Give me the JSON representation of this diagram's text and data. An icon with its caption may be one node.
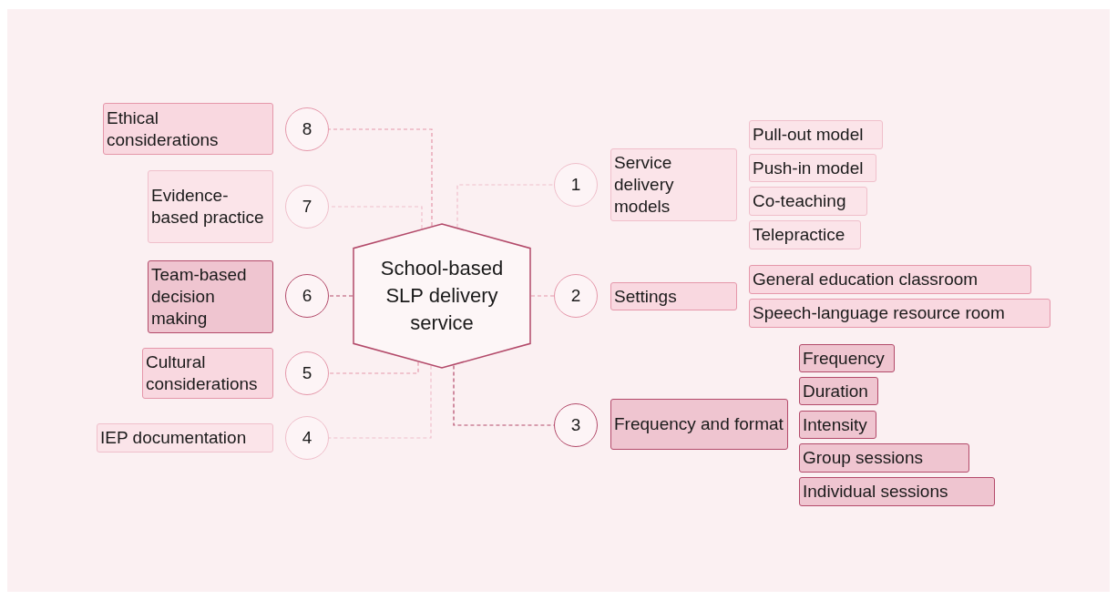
{
  "diagram": {
    "nodes": [
      {
        "text": [
          "School-based SLP delivery service"
        ]
      },
      {
        "text": [
          "1"
        ]
      },
      {
        "text": [
          "Service delivery models"
        ]
      },
      {
        "text": [
          "Pull-out model"
        ]
      },
      {
        "text": [
          "Push-in model"
        ]
      },
      {
        "text": [
          "Co-teaching"
        ]
      },
      {
        "text": [
          "Telepractice"
        ]
      },
      {
        "text": [
          "2"
        ]
      },
      {
        "text": [
          "Settings"
        ]
      },
      {
        "text": [
          "General education classroom"
        ]
      },
      {
        "text": [
          "Speech-language resource room"
        ]
      },
      {
        "text": [
          "3"
        ]
      },
      {
        "text": [
          "Frequency and format"
        ]
      },
      {
        "text": [
          "Frequency"
        ]
      },
      {
        "text": [
          "Duration"
        ]
      },
      {
        "text": [
          "Intensity"
        ]
      },
      {
        "text": [
          "Group sessions"
        ]
      },
      {
        "text": [
          "Individual sessions"
        ]
      },
      {
        "text": [
          "4"
        ]
      },
      {
        "text": [
          "IEP documentation"
        ]
      },
      {
        "text": [
          "5"
        ]
      },
      {
        "text": [
          "Cultural considerations"
        ]
      },
      {
        "text": [
          "6"
        ]
      },
      {
        "text": [
          "Team-based decision making"
        ]
      },
      {
        "text": [
          "7"
        ]
      },
      {
        "text": [
          "Evidence-based practice"
        ]
      },
      {
        "text": [
          "8"
        ]
      },
      {
        "text": [
          "Ethical considerations"
        ]
      }
    ],
    "edges": [
      {
        "from": 0,
        "to": 1,
        "arrow": "none",
        "style": "dashed",
        "color": "#f0bfcb"
      },
      {
        "from": 0,
        "to": 7,
        "arrow": "none",
        "style": "dashed"
      },
      {
        "from": 0,
        "to": 11,
        "arrow": "none",
        "style": "dashed",
        "color": "#b34a6a"
      },
      {
        "from": 0,
        "to": 18,
        "arrow": "none",
        "style": "dashed",
        "color": "#f0bfcb"
      },
      {
        "from": 0,
        "to": 20,
        "arrow": "none",
        "style": "dashed"
      },
      {
        "from": 0,
        "to": 22,
        "arrow": "none",
        "style": "dashed",
        "color": "#b34a6a"
      },
      {
        "from": 0,
        "to": 24,
        "arrow": "none",
        "style": "dashed",
        "color": "#f0bfcb"
      },
      {
        "from": 0,
        "to": 26,
        "arrow": "none",
        "style": "dashed"
      }
    ]
  }
}
